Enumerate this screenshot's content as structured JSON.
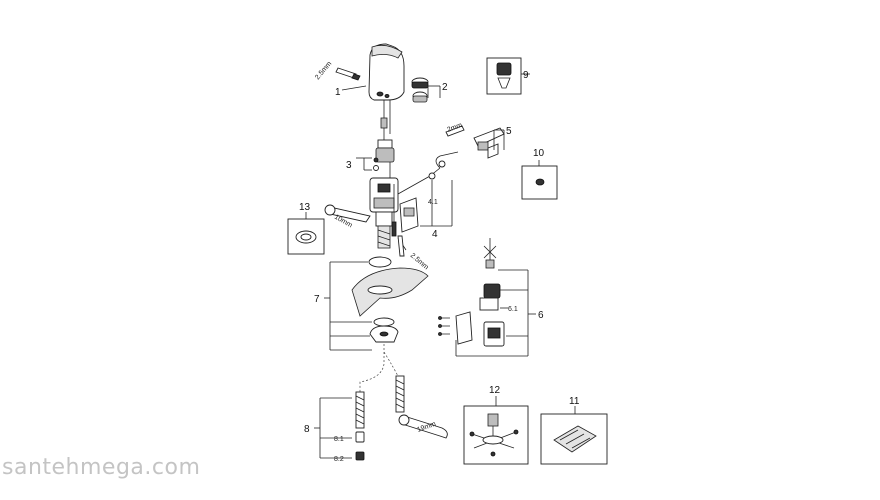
{
  "callouts": {
    "c1": "1",
    "c2": "2",
    "c3": "3",
    "c4": "4",
    "c41": "4.1",
    "c5": "5",
    "c6": "6",
    "c61": "6.1",
    "c7": "7",
    "c8": "8",
    "c81": "8.1",
    "c82": "8.2",
    "c9": "9",
    "c10": "10",
    "c11": "11",
    "c12": "12",
    "c13": "13"
  },
  "tools": {
    "hex_top": "2.5mm",
    "hex_lever": "2mm",
    "wrench_body": "10mm",
    "hex_body": "2.5mm",
    "wrench_base": "19mm"
  },
  "watermark": "santehmega.com"
}
